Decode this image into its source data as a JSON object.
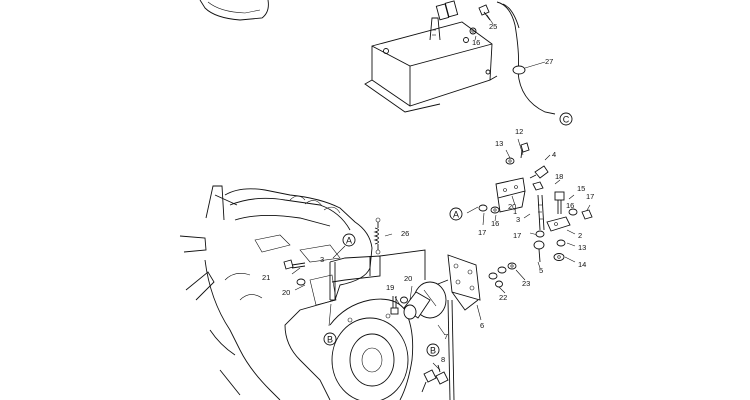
{
  "labels": {
    "n1": "1",
    "n2": "2",
    "n3a": "3",
    "n3b": "3",
    "n4": "4",
    "n5": "5",
    "n6": "6",
    "n7": "7",
    "n8": "8",
    "n12": "12",
    "n13a": "13",
    "n13b": "13",
    "n14": "14",
    "n15": "15",
    "n16a": "16",
    "n16b": "16",
    "n16c": "16",
    "n17a": "17",
    "n17b": "17",
    "n17c": "17",
    "n18": "18",
    "n19": "19",
    "n20a": "20",
    "n20b": "20",
    "n20c": "20",
    "n21": "21",
    "n22": "22",
    "n23": "23",
    "n25": "25",
    "n26": "26",
    "n27": "27"
  },
  "refs": {
    "a_left": "A",
    "a_mid": "A",
    "b_top": "B",
    "b_bottom": "B",
    "c": "C"
  }
}
